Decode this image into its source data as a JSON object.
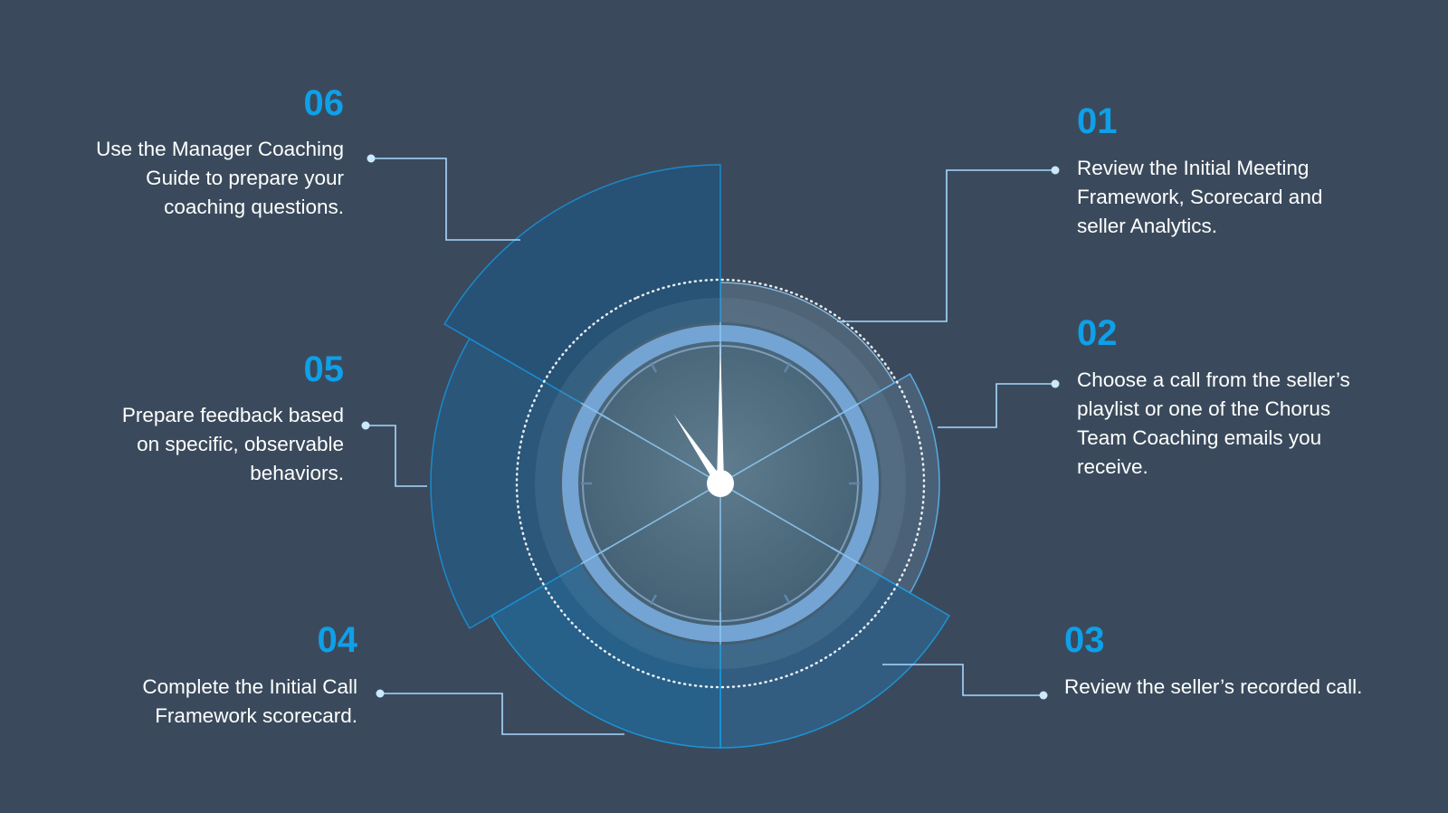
{
  "colors": {
    "background": "#3a4a5c",
    "accent": "#0ea0e8",
    "connector": "#a7d8ff"
  },
  "steps": {
    "s01": {
      "number": "01",
      "lines": [
        "Review the Initial Meeting",
        "Framework, Scorecard and",
        "seller Analytics."
      ]
    },
    "s02": {
      "number": "02",
      "lines": [
        "Choose a call from the seller’s",
        "playlist or one of the Chorus",
        "Team Coaching emails you",
        "receive."
      ]
    },
    "s03": {
      "number": "03",
      "lines": [
        "Review the seller’s recorded call."
      ]
    },
    "s04": {
      "number": "04",
      "lines": [
        "Complete the Initial Call",
        "Framework scorecard."
      ]
    },
    "s05": {
      "number": "05",
      "lines": [
        "Prepare feedback based",
        "on specific, observable",
        "behaviors."
      ]
    },
    "s06": {
      "number": "06",
      "lines": [
        "Use the Manager Coaching",
        "Guide to prepare your",
        "coaching questions."
      ]
    }
  }
}
